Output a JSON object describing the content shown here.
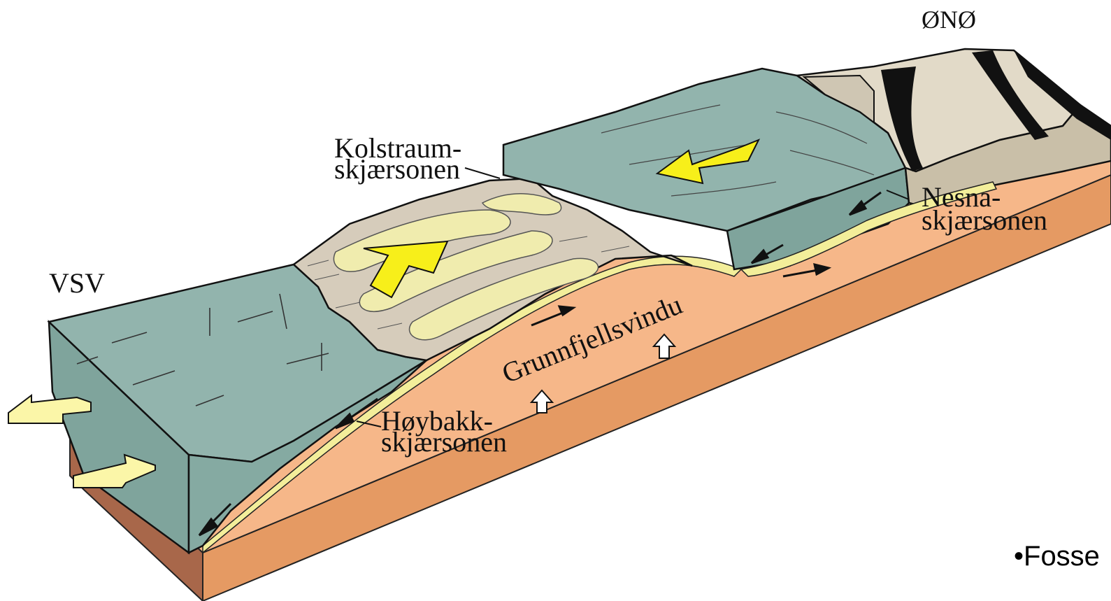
{
  "labels": {
    "west": "VSV",
    "east": "ØNØ",
    "kolstraum_line1": "Kolstraum-",
    "kolstraum_line2": "skjærsonen",
    "nesna_line1": "Nesna-",
    "nesna_line2": "skjærsonen",
    "hoybakk_line1": "Høybakk-",
    "hoybakk_line2": "skjærsonen",
    "window": "Grunnfjellsvindu",
    "credit": "•Fosse"
  },
  "colors": {
    "nappe": "#8fb2aa",
    "nappe_side": "#7fa49c",
    "basement": "#f4b07e",
    "basement_dark": "#d98b5e",
    "mylonite": "#f1efb5",
    "gneiss": "#d8cfbf",
    "arrow_yellow": "#f7ef1a",
    "arrow_pale": "#fbf6a8"
  }
}
